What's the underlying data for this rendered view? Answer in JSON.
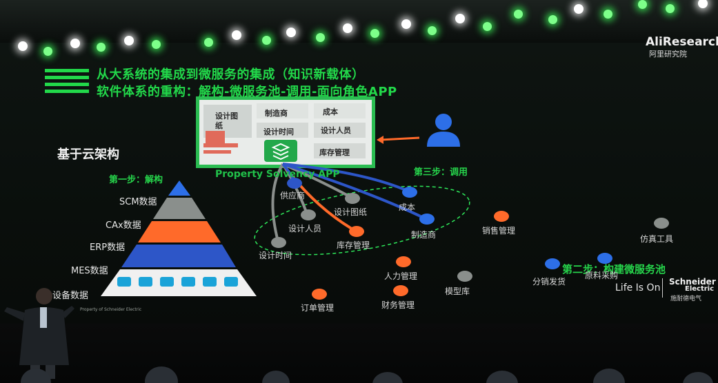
{
  "title_lines": [
    "从大系统的集成到微服务的集成（知识新载体）",
    "软件体系的重构：解构-微服务池-调用-面向角色APP"
  ],
  "logo": {
    "brand": "AliResearch",
    "brand_cn": "阿里研究院"
  },
  "section_title": "基于云架构",
  "steps": {
    "step1": "第一步：解构",
    "step2": "第二步：构建微服务池",
    "step3": "第三步：调用"
  },
  "pyramid_layers": [
    "SCM数据",
    "CAx数据",
    "ERP数据",
    "MES数据",
    "设备数据"
  ],
  "app": {
    "label": "Property Solvency APP",
    "tiles": [
      "设计图纸",
      "制造商",
      "成本",
      "设计时间",
      "设计人员",
      "库存管理"
    ]
  },
  "services": [
    {
      "label": "供应商",
      "color": "#8a8f8c"
    },
    {
      "label": "设计图纸",
      "color": "#8a8f8c"
    },
    {
      "label": "成本",
      "color": "#2d6fe8"
    },
    {
      "label": "设计人员",
      "color": "#8a8f8c"
    },
    {
      "label": "制造商",
      "color": "#2d6fe8"
    },
    {
      "label": "库存管理",
      "color": "#ff6a2a"
    },
    {
      "label": "设计时间",
      "color": "#8a8f8c"
    },
    {
      "label": "销售管理",
      "color": "#ff6a2a"
    },
    {
      "label": "仿真工具",
      "color": "#8a8f8c"
    },
    {
      "label": "人力管理",
      "color": "#ff6a2a"
    },
    {
      "label": "模型库",
      "color": "#8a8f8c"
    },
    {
      "label": "分销发货",
      "color": "#2d6fe8"
    },
    {
      "label": "原料采购",
      "color": "#2d6fe8"
    },
    {
      "label": "订单管理",
      "color": "#ff6a2a"
    },
    {
      "label": "财务管理",
      "color": "#ff6a2a"
    }
  ],
  "footer": {
    "copyright": "Property of Schneider Electric",
    "slogan": "Life Is On",
    "company": "Schneider",
    "company_line2": "Electric",
    "company_cn": "施耐德电气"
  },
  "colors": {
    "title_green": "#22d84a",
    "orange": "#ff6a2a",
    "blue": "#2d6fe8",
    "gray": "#8a8f8c",
    "red": "#e06a5a",
    "light_green": "#2ee85a"
  }
}
